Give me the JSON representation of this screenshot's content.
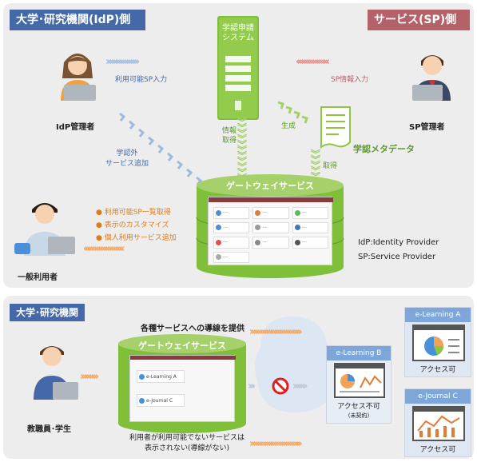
{
  "top": {
    "idp_title": "大学･研究機関(IdP)側",
    "sp_title": "サービス(SP)側",
    "system_label": "学認申請\nシステム",
    "idp_admin": "IdP管理者",
    "sp_admin": "SP管理者",
    "arrow_sp_input": "利用可能SP入力",
    "arrow_sp_info": "SP情報入力",
    "arrow_external": "学認外\nサービス追加",
    "arrow_info_get": "情報\n取得",
    "arrow_generate": "生成",
    "metadata_label": "学認メタデータ",
    "arrow_get": "取得",
    "gateway_title": "ゲートウェイサービス",
    "general_user": "一般利用者",
    "user_features": [
      "● 利用可能SP一覧取得",
      "● 表示のカスタマイズ",
      "● 個人利用サービス追加"
    ],
    "legend_idp": "IdP:Identity Provider",
    "legend_sp": "SP:Service Provider"
  },
  "bottom": {
    "org_title": "大学･研究機関",
    "heading": "各種サービスへの導線を提供",
    "gateway_title": "ゲートウェイサービス",
    "gateway_items": [
      "e-Learning A",
      "e-Journal C"
    ],
    "user_label": "教職員･学生",
    "note": "利用者が利用可能でないサービスは\n表示されない(導線がない)",
    "service_a": {
      "name": "e-Learning A",
      "status": "アクセス可"
    },
    "service_b": {
      "name": "e-Learning B",
      "status": "アクセス不可",
      "sub": "(未契約)"
    },
    "service_c": {
      "name": "e-Journal C",
      "status": "アクセス可"
    }
  },
  "colors": {
    "idp_blue": "#4468a8",
    "sp_red": "#b5616a",
    "green": "#8dc63f",
    "green_dark": "#5e9a2e",
    "arrow_blue": "#9bbbe0",
    "arrow_orange": "#f4a258",
    "arrow_red": "#e58a8a"
  }
}
